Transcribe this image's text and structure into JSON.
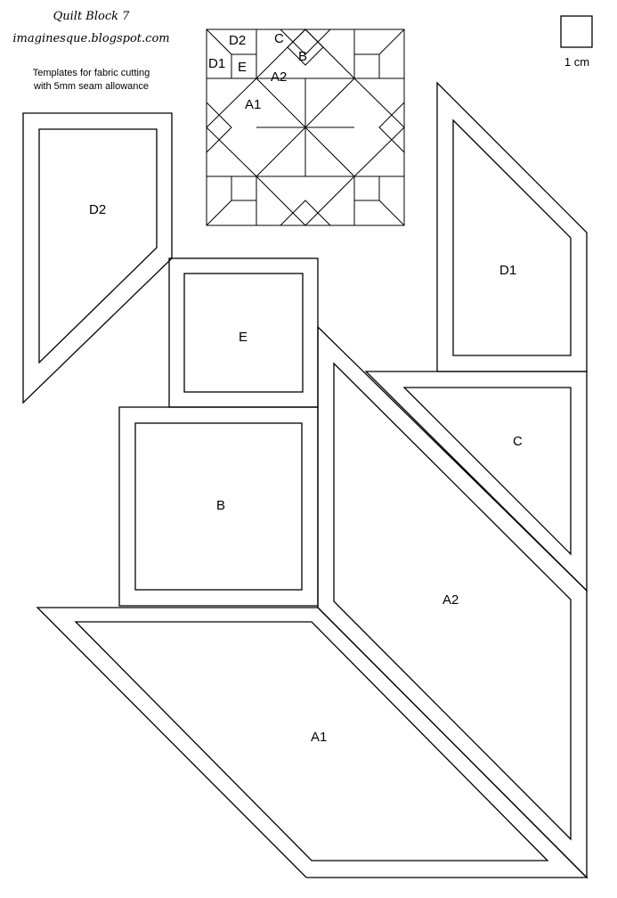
{
  "header": {
    "title": "Quilt Block 7",
    "site": "imaginesque.blogspot.com",
    "note_line1": "Templates for fabric cutting",
    "note_line2": "with 5mm seam allowance"
  },
  "scale": {
    "label": "1 cm"
  },
  "block_labels": {
    "d2": "D2",
    "c": "C",
    "d1": "D1",
    "e": "E",
    "b": "B",
    "a2": "A2",
    "a1": "A1"
  },
  "templates": {
    "d2": "D2",
    "e": "E",
    "b": "B",
    "d1": "D1",
    "c": "C",
    "a2": "A2",
    "a1": "A1"
  }
}
